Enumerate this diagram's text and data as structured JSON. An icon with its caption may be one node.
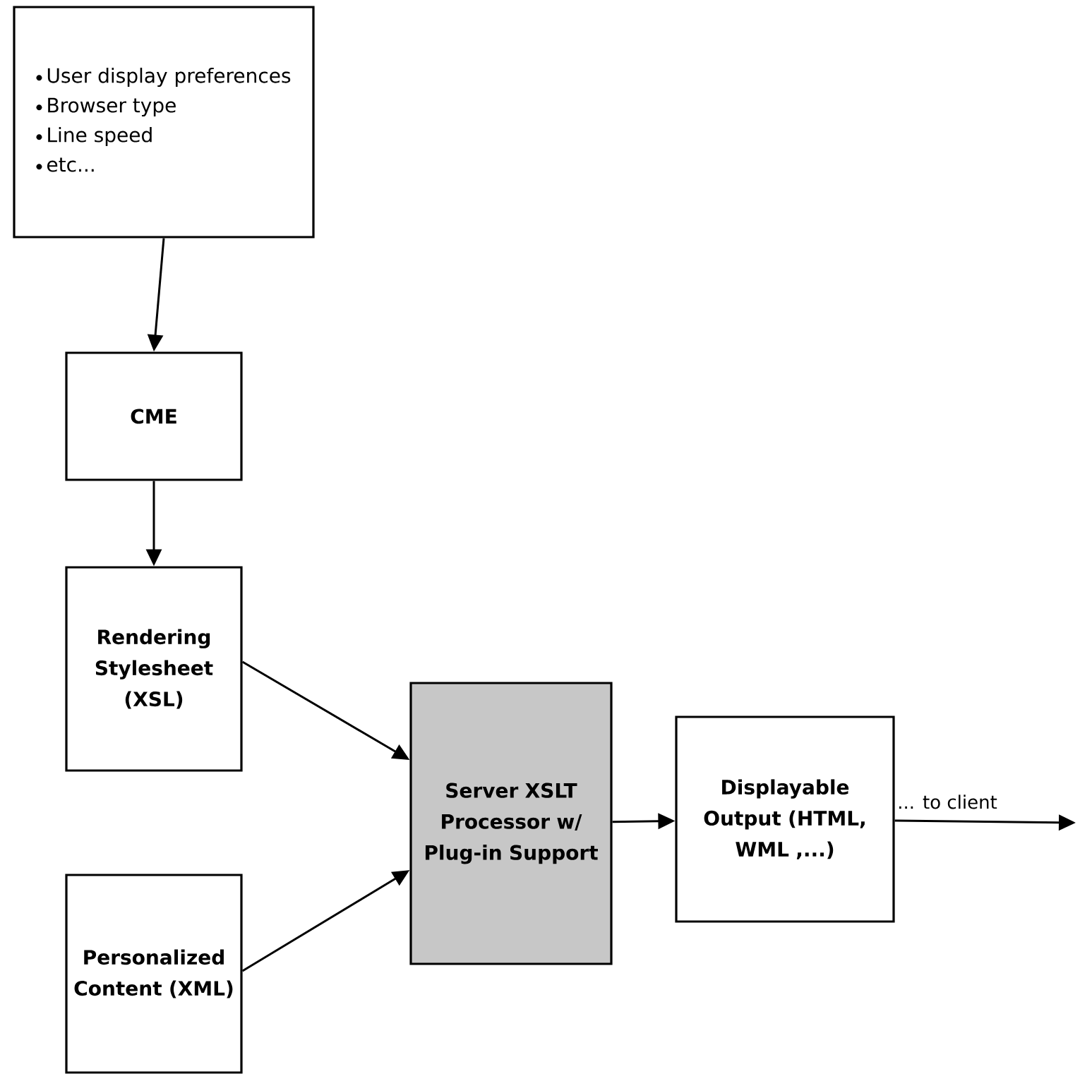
{
  "diagram": {
    "nodes": [
      {
        "text": [
          "User display preferences",
          "Browser type",
          "Line speed",
          "etc..."
        ]
      },
      {
        "text": [
          "CME"
        ]
      },
      {
        "text": [
          "Rendering Stylesheet (XSL)"
        ]
      },
      {
        "text": [
          "Personalized Content (XML)"
        ]
      },
      {
        "text": [
          "Server XSLT Processor w/ Plug-in Support"
        ]
      },
      {
        "text": [
          "Displayable Output (HTML, WML ,...)"
        ]
      }
    ],
    "edges": [
      {
        "from": 0,
        "to": 1,
        "arrow": "to"
      },
      {
        "from": 1,
        "to": 2,
        "arrow": "to"
      },
      {
        "from": 2,
        "to": 4,
        "arrow": "to"
      },
      {
        "from": 3,
        "to": 4,
        "arrow": "to"
      },
      {
        "from": 4,
        "to": 5,
        "arrow": "to"
      },
      {
        "from": 5,
        "to": null,
        "arrow": "to",
        "label": "... to client"
      }
    ]
  }
}
